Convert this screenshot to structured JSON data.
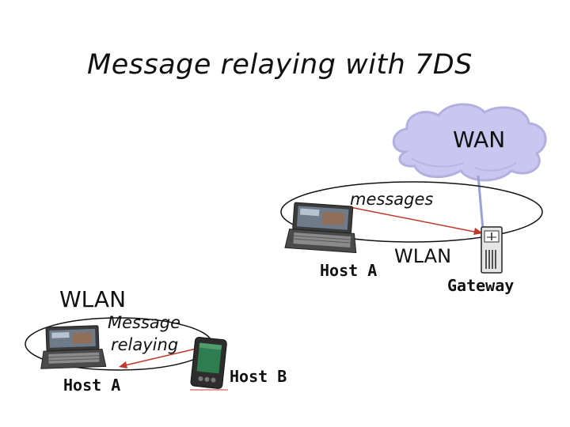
{
  "title": "Message relaying with 7DS",
  "labels": {
    "wan": "WAN",
    "messages": "messages",
    "wlan_right": "WLAN",
    "host_a_right": "Host A",
    "gateway": "Gateway",
    "wlan_left": "WLAN",
    "message": "Message",
    "relaying": "relaying",
    "host_a_left": "Host A",
    "host_b": "Host B"
  },
  "icons": {
    "cloud": "wan-cloud-icon",
    "laptop": "laptop-icon",
    "gateway": "gateway-tower-icon",
    "pda": "pda-icon"
  },
  "colors": {
    "cloud_fill": "#c9c6ef",
    "cloud_stroke": "#b3b0e0",
    "arrow": "#c0392b",
    "ellipse": "#111111",
    "pda_screen": "#2e7d4f"
  }
}
